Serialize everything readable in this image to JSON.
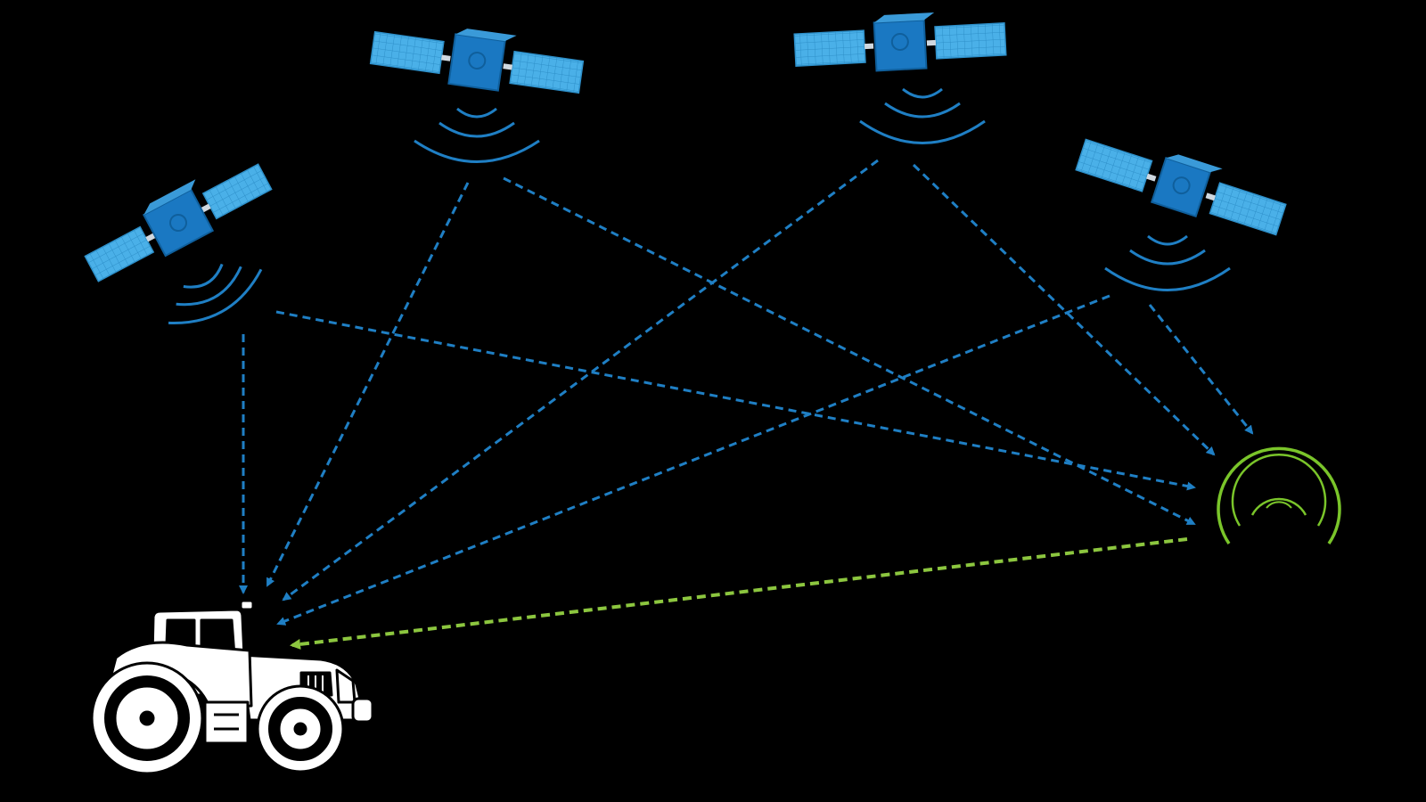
{
  "colors": {
    "background": "#000000",
    "satellite_signal": "#1f7fc4",
    "satellite_body": "#1a78c2",
    "solar_panel": "#4ab0e8",
    "base_station": "#7ac52a",
    "correction_link": "#8cc63f",
    "tractor_fill": "#ffffff",
    "tractor_line": "#000000"
  },
  "nodes": [
    {
      "id": "satellite-1",
      "kind": "satellite",
      "icon": "satellite-icon"
    },
    {
      "id": "satellite-2",
      "kind": "satellite",
      "icon": "satellite-icon"
    },
    {
      "id": "satellite-3",
      "kind": "satellite",
      "icon": "satellite-icon"
    },
    {
      "id": "satellite-4",
      "kind": "satellite",
      "icon": "satellite-icon"
    },
    {
      "id": "base-station",
      "kind": "reference-station",
      "icon": "signal-beacon-icon"
    },
    {
      "id": "tractor",
      "kind": "receiver",
      "icon": "tractor-icon"
    }
  ],
  "links": [
    {
      "from": "satellite-1",
      "to": "tractor",
      "style": "satellite-signal"
    },
    {
      "from": "satellite-1",
      "to": "base-station",
      "style": "satellite-signal"
    },
    {
      "from": "satellite-2",
      "to": "tractor",
      "style": "satellite-signal"
    },
    {
      "from": "satellite-2",
      "to": "base-station",
      "style": "satellite-signal"
    },
    {
      "from": "satellite-3",
      "to": "tractor",
      "style": "satellite-signal"
    },
    {
      "from": "satellite-3",
      "to": "base-station",
      "style": "satellite-signal"
    },
    {
      "from": "satellite-4",
      "to": "tractor",
      "style": "satellite-signal"
    },
    {
      "from": "satellite-4",
      "to": "base-station",
      "style": "satellite-signal"
    },
    {
      "from": "base-station",
      "to": "tractor",
      "style": "correction-signal"
    }
  ]
}
